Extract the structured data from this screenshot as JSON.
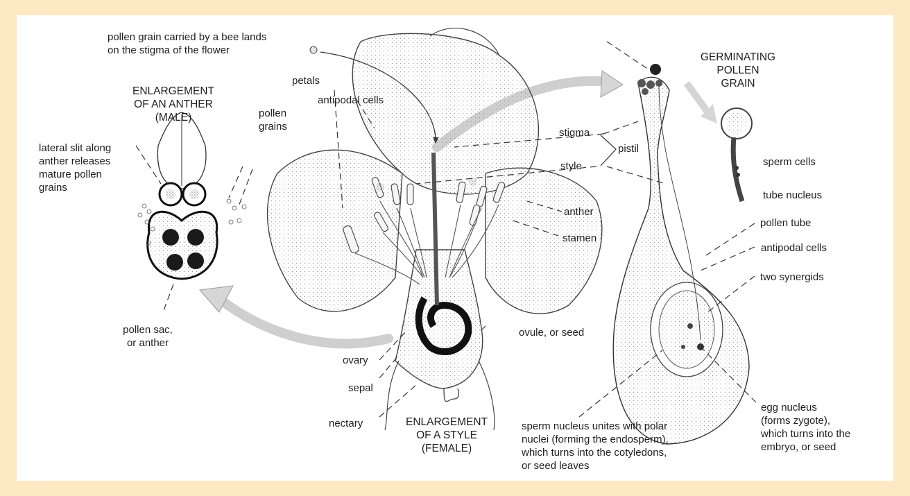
{
  "titles": {
    "anther": [
      "ENLARGEMENT",
      "OF AN ANTHER",
      "(MALE)"
    ],
    "style": [
      "ENLARGEMENT",
      "OF A STYLE",
      "(FEMALE)"
    ],
    "germinating": [
      "GERMINATING",
      "POLLEN",
      "GRAIN"
    ]
  },
  "labels": {
    "bee": [
      "pollen grain carried by a bee lands",
      "on the stigma of the flower"
    ],
    "petals": "petals",
    "antipodal_top": "antipodal cells",
    "pollen_grains": [
      "pollen",
      "grains"
    ],
    "lateral_slit": [
      "lateral slit along",
      "anther releases",
      "mature pollen",
      "grains"
    ],
    "stigma": "stigma",
    "style": "style",
    "pistil": "pistil",
    "anther": "anther",
    "stamen": "stamen",
    "pollen_sac": [
      "pollen sac,",
      "or anther"
    ],
    "ovule": "ovule, or seed",
    "ovary": "ovary",
    "sepal": "sepal",
    "nectary": "nectary",
    "sperm_cells": "sperm cells",
    "tube_nucleus": "tube nucleus",
    "pollen_tube": "pollen tube",
    "antipodal_right": "antipodal cells",
    "two_synergids": "two synergids",
    "sperm_nucleus": [
      "sperm nucleus unites with polar",
      "nuclei (forming the endosperm),",
      "which turns into the cotyledons,",
      "or seed leaves"
    ],
    "egg_nucleus": [
      "egg nucleus",
      "(forms zygote),",
      "which turns into the",
      "embryo, or seed"
    ]
  },
  "colors": {
    "frame": "#fde9c3",
    "panel": "#ffffff",
    "ink": "#1e1e1e",
    "shade": "#b8b8b8"
  }
}
